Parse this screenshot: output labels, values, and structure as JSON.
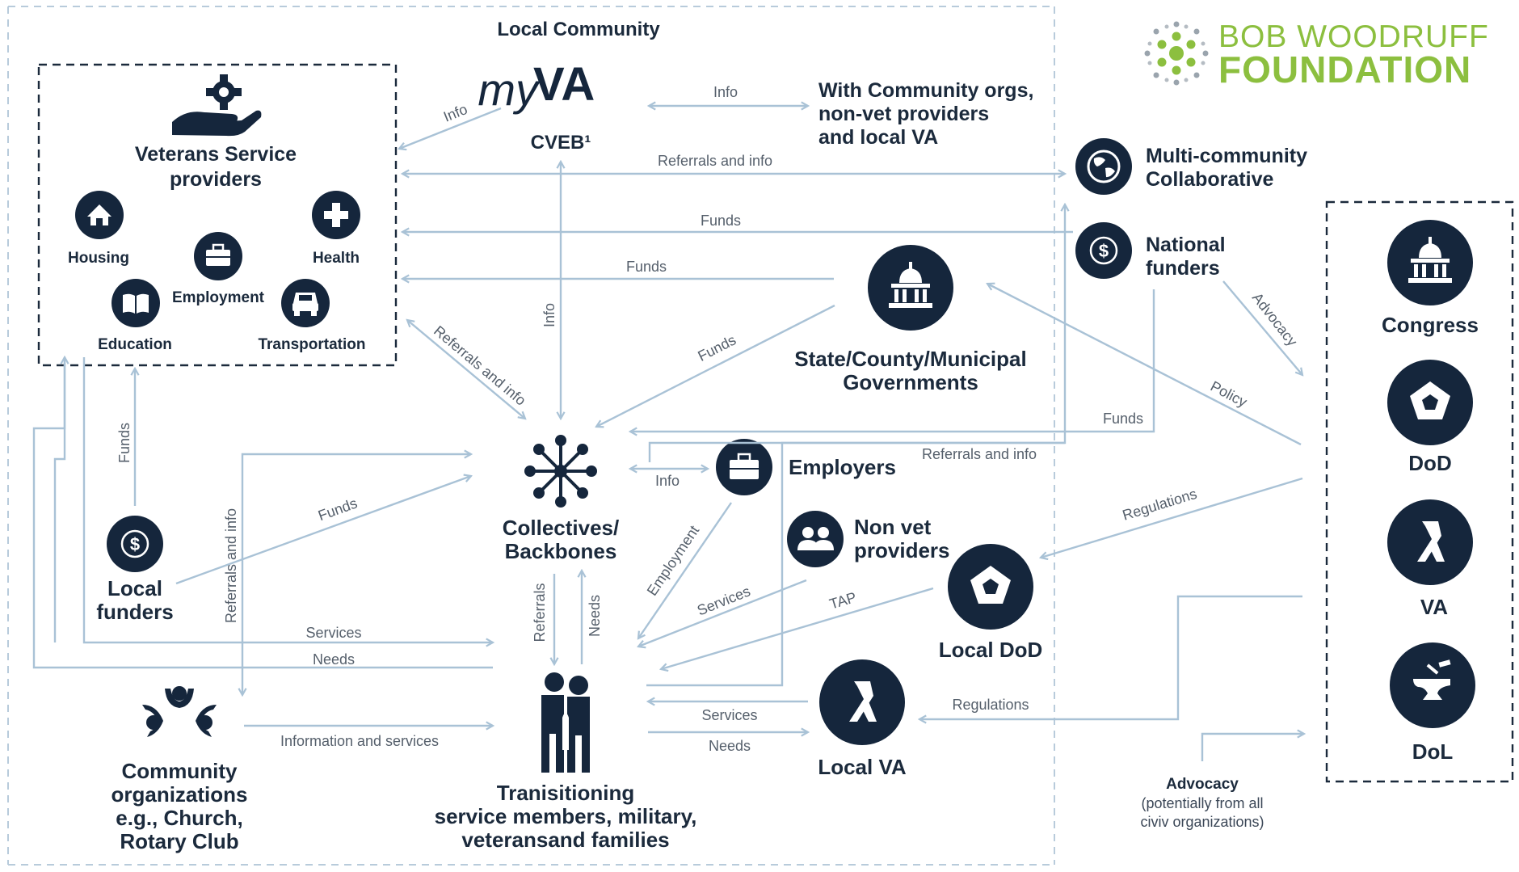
{
  "community_label": "Local Community",
  "brand": {
    "line1": "BOB WOODRUFF",
    "line2": "FOUNDATION",
    "line1_color": "#8cbf3f",
    "line2_color": "#8cbf3f"
  },
  "myva": {
    "logo_my": "my",
    "logo_va": "VA",
    "caption": "CVEB¹"
  },
  "with_community": [
    "With Community orgs,",
    "non-vet providers",
    "and local VA"
  ],
  "vsp": {
    "title": [
      "Veterans Service",
      "providers"
    ],
    "items": {
      "housing": "Housing",
      "health": "Health",
      "employment": "Employment",
      "education": "Education",
      "transportation": "Transportation"
    }
  },
  "nodes": {
    "multi": [
      "Multi-community",
      "Collaborative"
    ],
    "national": [
      "National",
      "funders"
    ],
    "state": [
      "State/County/Municipal",
      "Governments"
    ],
    "collectives": [
      "Collectives/",
      "Backbones"
    ],
    "employers": "Employers",
    "nonvet": [
      "Non vet",
      "providers"
    ],
    "local_funders": [
      "Local",
      "funders"
    ],
    "local_dod": "Local DoD",
    "local_va": "Local VA",
    "community_orgs": [
      "Community",
      "organizations",
      "e.g., Church,",
      "Rotary Club"
    ],
    "transitioning": [
      "Tranisitioning",
      "service members, military,",
      "veteransand families"
    ],
    "congress": "Congress",
    "dod": "DoD",
    "va": "VA",
    "dol": "DoL"
  },
  "advocacy": {
    "title": "Advocacy",
    "sub": [
      "(potentially from all",
      "civiv organizations)"
    ]
  },
  "edges": {
    "info_myva_vsp": "Info",
    "info_myva_with": "Info",
    "referrals_top": "Referrals and info",
    "funds_national": "Funds",
    "funds_state": "Funds",
    "info_vertical": "Info",
    "referrals_diag": "Referrals and info",
    "funds_state_diag": "Funds",
    "advocacy_diag": "Advocacy",
    "policy": "Policy",
    "funds_right": "Funds",
    "referrals_right": "Referrals and info",
    "info_employers": "Info",
    "funds_localfunders_vsp": "Funds",
    "referrals_left_vert": "Referrals and info",
    "funds_localfunders_diag": "Funds",
    "employment": "Employment",
    "regulations_dod": "Regulations",
    "services_nonvet": "Services",
    "tap": "TAP",
    "referrals_vert": "Referrals",
    "needs_vert": "Needs",
    "services_left": "Services",
    "needs_left": "Needs",
    "information_services": "Information and services",
    "services_va": "Services",
    "needs_va": "Needs",
    "regulations_va": "Regulations"
  },
  "icon_names": [
    "gear-hand-icon",
    "house-icon",
    "briefcase-icon",
    "medical-cross-icon",
    "book-icon",
    "car-icon",
    "globe-icon",
    "dollar-icon",
    "capitol-icon",
    "network-icon",
    "people-icon",
    "pentagon-icon",
    "ribbon-icon",
    "anvil-icon",
    "family-icon",
    "community-icon"
  ],
  "colors": {
    "navy": "#15263c",
    "arrow": "#a9c2d6",
    "green": "#8cbf3f"
  }
}
